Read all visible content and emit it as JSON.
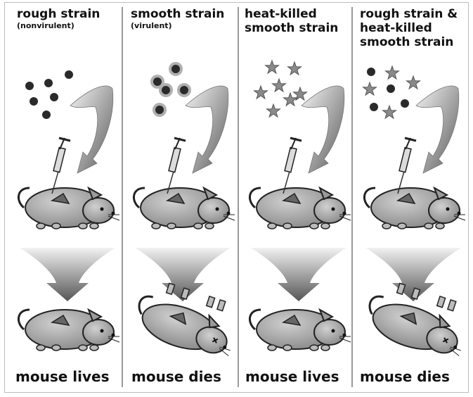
{
  "panels": [
    {
      "title_lines": [
        "rough strain"
      ],
      "subtitle": "(nonvirulent)",
      "outcome": "mouse lives",
      "bacteria": "rough",
      "result": "lives"
    },
    {
      "title_lines": [
        "smooth strain"
      ],
      "subtitle": "(virulent)",
      "outcome": "mouse dies",
      "bacteria": "smooth",
      "result": "dies"
    },
    {
      "title_lines": [
        "heat-killed",
        "smooth strain"
      ],
      "subtitle": "",
      "outcome": "mouse lives",
      "bacteria": "heat-killed",
      "result": "lives"
    },
    {
      "title_lines": [
        "rough strain &",
        "heat-killed",
        "smooth strain"
      ],
      "subtitle": "",
      "outcome": "mouse dies",
      "bacteria": "mixed",
      "result": "dies"
    }
  ],
  "colors": {
    "dot": "#2a2a2a",
    "halo": "#b0b0b0",
    "star": "#8a8a8a",
    "mouse": "#a8a8a8",
    "arrow": "#333333"
  },
  "icons": [
    "syringe-icon",
    "mouse-icon",
    "funnel-arrow-icon",
    "bacteria-icon"
  ]
}
